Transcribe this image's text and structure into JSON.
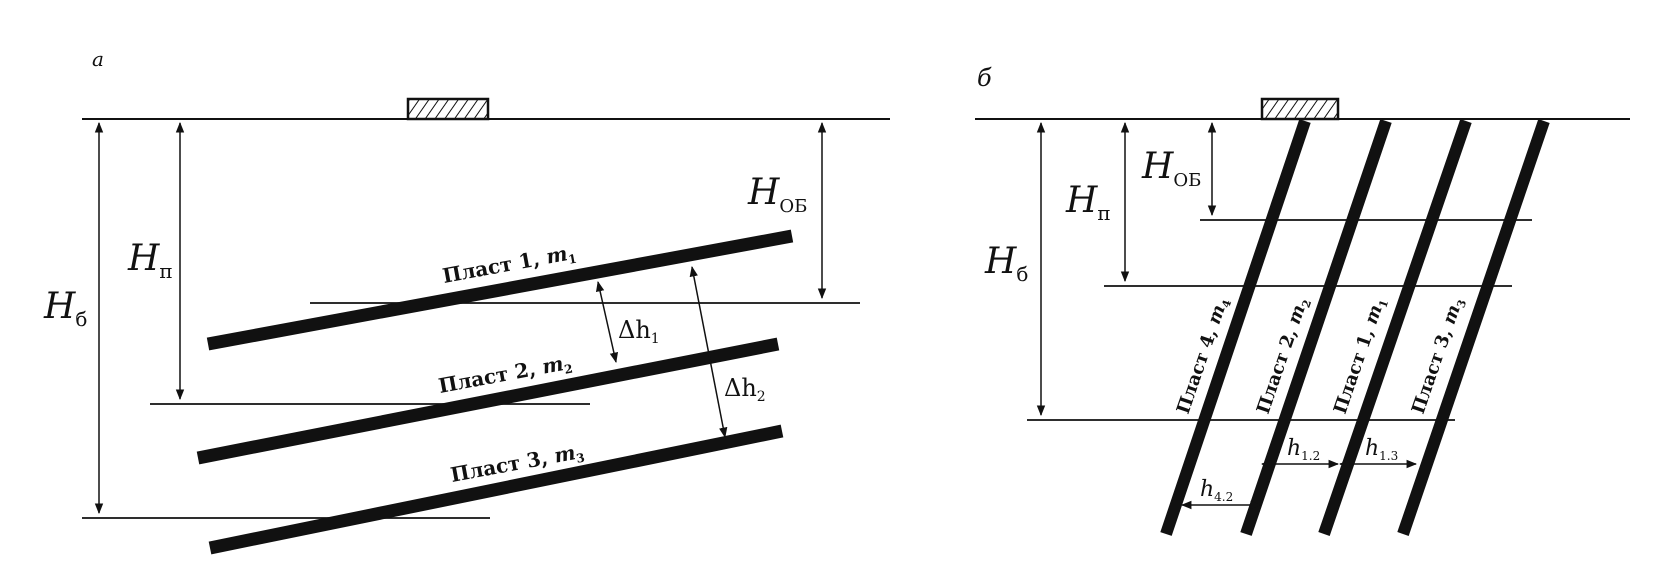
{
  "panel_a": {
    "label": "а",
    "dims": {
      "H6": "H",
      "H6_sub": "б",
      "Hp": "H",
      "Hp_sub": "п",
      "Hob": "H",
      "Hob_sub": "ОБ"
    },
    "seams": [
      {
        "name": "Пласт 1,",
        "m": "m",
        "m_sub": "1"
      },
      {
        "name": "Пласт 2,",
        "m": "m",
        "m_sub": "2"
      },
      {
        "name": "Пласт 3,",
        "m": "m",
        "m_sub": "3"
      }
    ],
    "deltas": [
      {
        "sym": "Δh",
        "sub": "1"
      },
      {
        "sym": "Δh",
        "sub": "2"
      }
    ]
  },
  "panel_b": {
    "label": "б",
    "dims": {
      "H6": "H",
      "H6_sub": "б",
      "Hp": "H",
      "Hp_sub": "п",
      "Hob": "H",
      "Hob_sub": "ОБ"
    },
    "seams": [
      {
        "name": "Пласт 4,",
        "m": "m",
        "m_sub": "4"
      },
      {
        "name": "Пласт 2,",
        "m": "m",
        "m_sub": "2"
      },
      {
        "name": "Пласт 1,",
        "m": "m",
        "m_sub": "1"
      },
      {
        "name": "Пласт 3,",
        "m": "m",
        "m_sub": "3"
      }
    ],
    "gaps": [
      {
        "sym": "h",
        "sub": "4.2"
      },
      {
        "sym": "h",
        "sub": "1.2"
      },
      {
        "sym": "h",
        "sub": "1.3"
      }
    ]
  }
}
